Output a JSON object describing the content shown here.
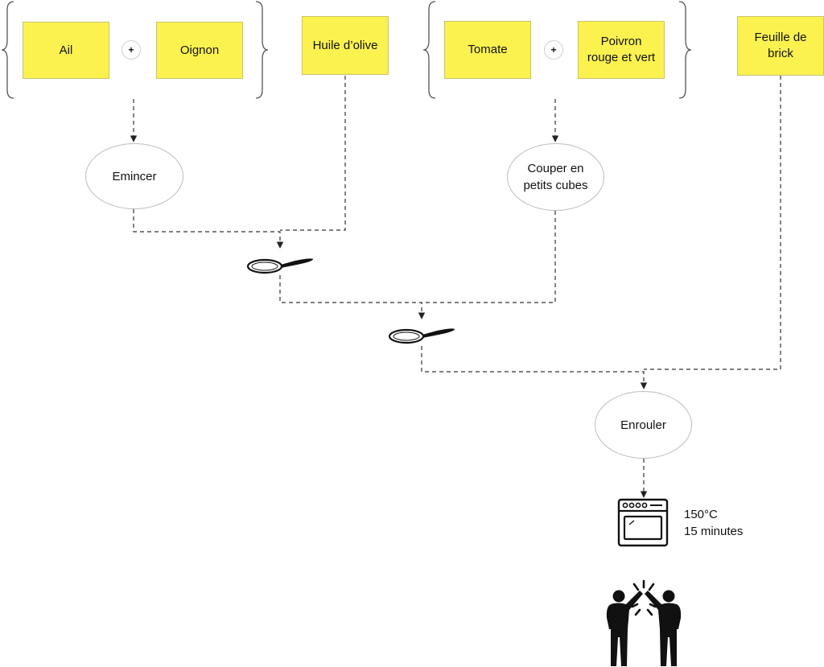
{
  "ingredients": {
    "ail": "Ail",
    "oignon": "Oignon",
    "huile": "Huile d’olive",
    "tomate": "Tomate",
    "poivron": "Poivron rouge et vert",
    "brick": "Feuille de brick"
  },
  "operators": {
    "plus": "+"
  },
  "steps": {
    "emincer": "Emincer",
    "couper": "Couper en petits cubes",
    "enrouler": "Enrouler"
  },
  "oven": {
    "temperature": "150°C",
    "duration": "15 minutes"
  },
  "icons": {
    "pan": "frying-pan-icon",
    "oven": "oven-icon",
    "celebrate": "high-five-icon"
  },
  "colors": {
    "ingredient_fill": "#fbf250",
    "connector": "#333333"
  }
}
